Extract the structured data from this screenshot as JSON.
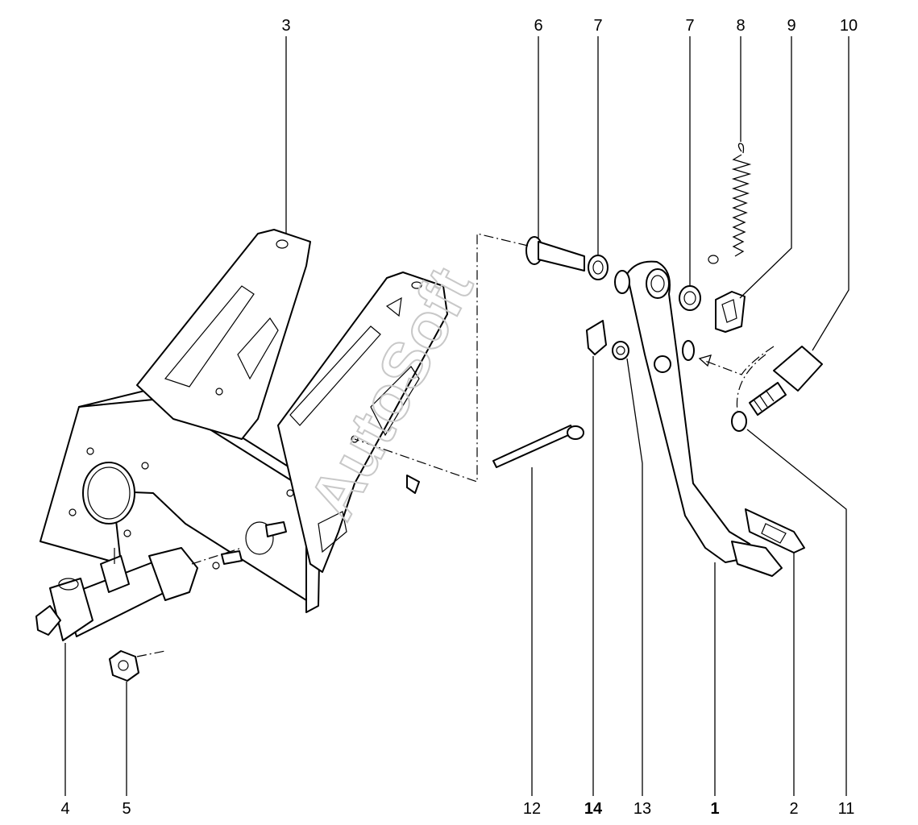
{
  "watermark": "AutoSoft",
  "callouts": [
    {
      "id": "1",
      "text": "1",
      "bold": true
    },
    {
      "id": "2",
      "text": "2",
      "bold": false
    },
    {
      "id": "3",
      "text": "3",
      "bold": false
    },
    {
      "id": "4",
      "text": "4",
      "bold": false
    },
    {
      "id": "5",
      "text": "5",
      "bold": false
    },
    {
      "id": "6",
      "text": "6",
      "bold": false
    },
    {
      "id": "7a",
      "text": "7",
      "bold": false
    },
    {
      "id": "7b",
      "text": "7",
      "bold": false
    },
    {
      "id": "8",
      "text": "8",
      "bold": false
    },
    {
      "id": "9",
      "text": "9",
      "bold": false
    },
    {
      "id": "10",
      "text": "10",
      "bold": false
    },
    {
      "id": "11",
      "text": "11",
      "bold": false
    },
    {
      "id": "12",
      "text": "12",
      "bold": false
    },
    {
      "id": "13",
      "text": "13",
      "bold": false
    },
    {
      "id": "14",
      "text": "14",
      "bold": true
    }
  ]
}
